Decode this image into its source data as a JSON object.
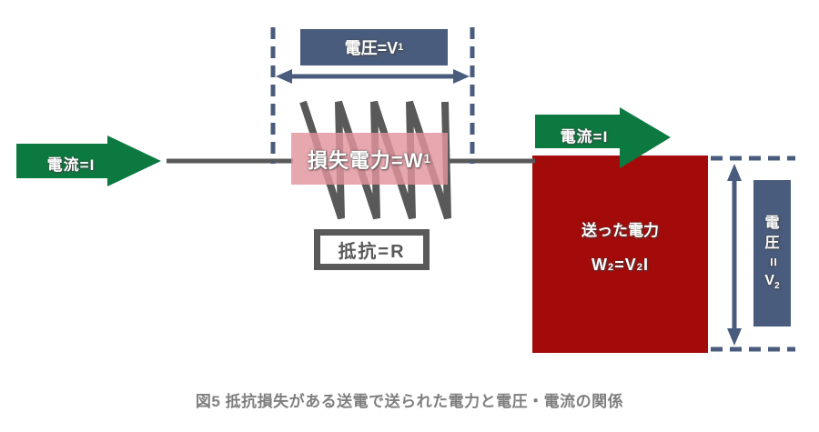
{
  "labels": {
    "current_left": "電流=I",
    "current_right": "電流=I",
    "voltage1": {
      "main": "電圧=V",
      "sub": "1"
    },
    "loss_power": {
      "main": "損失電力=W",
      "sub": "1"
    },
    "resistance": "抵抗=R",
    "sent_power": {
      "title": "送った電力",
      "formula": {
        "p1": "W",
        "s1": "2",
        "p2": "=V",
        "s2": "2",
        "p3": "I"
      }
    },
    "voltage2": {
      "c1": "電",
      "c2": "圧",
      "eq": "=",
      "v": "V",
      "sub": "2"
    }
  },
  "caption": "図5 抵抗損失がある送電で送られた電力と電圧・電流の関係",
  "colors": {
    "arrow_green": "#0c7a40",
    "power_red": "#a30b0b",
    "accent_slate": "#4a5c7d",
    "wire_gray": "#595959",
    "loss_pink": "#e2949c",
    "caption_gray": "#7f7f7f"
  }
}
